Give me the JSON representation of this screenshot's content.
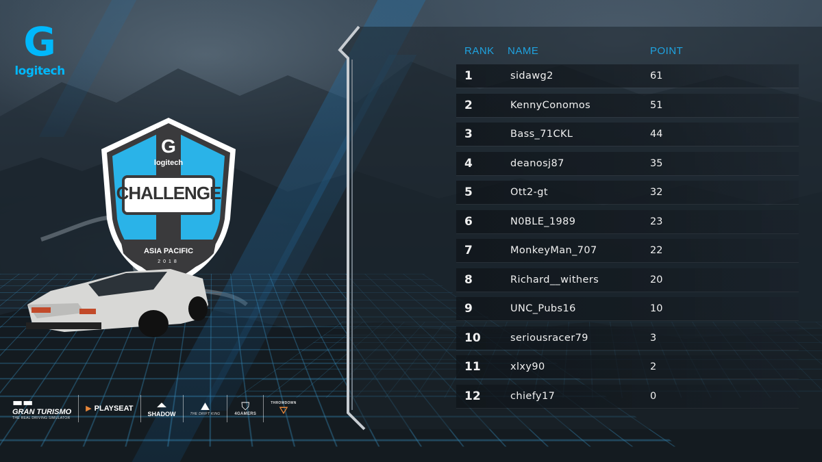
{
  "brand": {
    "name": "logitech",
    "icon": "logitech-g-icon",
    "color": "#00b8fc"
  },
  "badge": {
    "icon": "logitech-g-icon",
    "brand": "logitech",
    "title": "CHALLENGE",
    "region": "ASIA PACIFIC",
    "year": "2018"
  },
  "sponsors": [
    {
      "main": "GRAN TURISMO",
      "sub": "THE REAL DRIVING SIMULATOR",
      "icon": "gran-turismo-logo"
    },
    {
      "main": "PLAYSEAT",
      "sub": "",
      "icon": "playseat-logo"
    },
    {
      "main": "SHADOW",
      "sub": "",
      "icon": "mclaren-shadow-logo"
    },
    {
      "main": "THE DRIFT KING",
      "sub": "",
      "icon": "drift-king-logo"
    },
    {
      "main": "4GAMERS",
      "sub": "",
      "icon": "4gamers-logo"
    },
    {
      "main": "THROWDOWN",
      "sub": "",
      "icon": "throwdown-logo"
    }
  ],
  "table": {
    "headers": {
      "rank": "RANK",
      "name": "NAME",
      "point": "POINT"
    },
    "accent": "#1fa3e0",
    "rows": [
      {
        "rank": "1",
        "name": "sidawg2",
        "point": "61"
      },
      {
        "rank": "2",
        "name": "KennyConomos",
        "point": "51"
      },
      {
        "rank": "3",
        "name": "Bass_71CKL",
        "point": "44"
      },
      {
        "rank": "4",
        "name": "deanosj87",
        "point": "35"
      },
      {
        "rank": "5",
        "name": "Ott2-gt",
        "point": "32"
      },
      {
        "rank": "6",
        "name": "N0BLE_1989",
        "point": "23"
      },
      {
        "rank": "7",
        "name": "MonkeyMan_707",
        "point": "22"
      },
      {
        "rank": "8",
        "name": "Richard__withers",
        "point": "20"
      },
      {
        "rank": "9",
        "name": "UNC_Pubs16",
        "point": "10"
      },
      {
        "rank": "10",
        "name": "seriousracer79",
        "point": "3"
      },
      {
        "rank": "11",
        "name": "xlxy90",
        "point": "2"
      },
      {
        "rank": "12",
        "name": "chiefy17",
        "point": "0"
      }
    ]
  }
}
